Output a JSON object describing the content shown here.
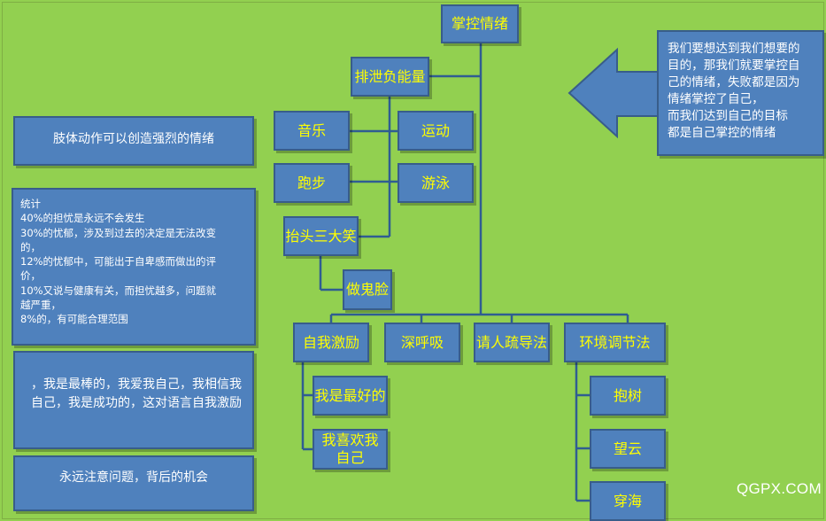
{
  "root": "掌控情绪",
  "callout": {
    "lines": [
      "我们要想达到我们想要的",
      "目的，那我们就要掌控自",
      "己的情绪，失败都是因为",
      "情绪掌控了自己，",
      "而我们达到自己的目标",
      "都是自己掌控的情绪"
    ]
  },
  "release_negative": {
    "label": "排泄负能量",
    "items": [
      "音乐",
      "运动",
      "跑步",
      "游泳",
      "抬头三大笑",
      "做鬼脸"
    ]
  },
  "methods": {
    "self_motivation": {
      "label": "自我激励",
      "items": [
        "我是最好的",
        "我喜欢我自己"
      ]
    },
    "deep_breath": {
      "label": "深呼吸"
    },
    "counseling": {
      "label": "请人疏导法"
    },
    "environment": {
      "label": "环境调节法",
      "items": [
        "抱树",
        "望云",
        "穿海"
      ]
    }
  },
  "left_notes": {
    "body_action": "肢体动作可以创造强烈的情绪",
    "stats": [
      "统计",
      "40%的担忧是永远不会发生",
      "30%的忧郁，涉及到过去的决定是无法改变",
      "的，",
      "12%的忧郁中，可能出于自卑感而做出的评",
      "价，",
      "10%又说与健康有关，而担忧越多，问题就",
      "越严重，",
      "8%的，有可能合理范围"
    ],
    "affirmation": [
      "，我是最棒的，我爱我自己，我相信我",
      "自己，我是成功的，这对语言自我激励"
    ],
    "opportunity": "永远注意问题，背后的机会"
  },
  "watermark": "QGPX.COM"
}
